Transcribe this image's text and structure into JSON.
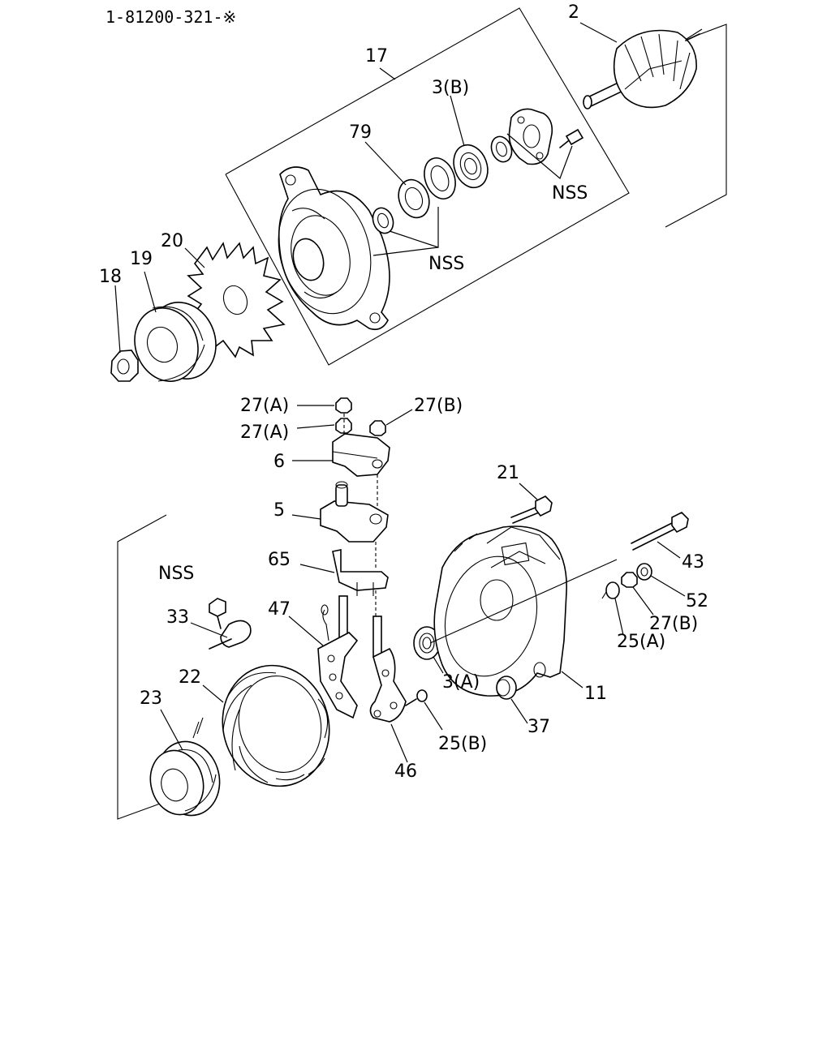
{
  "diagram": {
    "code": "1-81200-321-※",
    "labels": {
      "p2": "2",
      "p17": "17",
      "p3b": "3(B)",
      "p79": "79",
      "nss_top": "NSS",
      "nss_mid": "NSS",
      "p20": "20",
      "p19": "19",
      "p18": "18",
      "p27a_1": "27(A)",
      "p27a_2": "27(A)",
      "p27b_1": "27(B)",
      "p6": "6",
      "p5": "5",
      "p21": "21",
      "p43": "43",
      "p65": "65",
      "nss_left": "NSS",
      "p52": "52",
      "p47": "47",
      "p33": "33",
      "p27b_2": "27(B)",
      "p25a": "25(A)",
      "p3a": "3(A)",
      "p22": "22",
      "p11": "11",
      "p23": "23",
      "p25b": "25(B)",
      "p37": "37",
      "p46": "46"
    }
  }
}
